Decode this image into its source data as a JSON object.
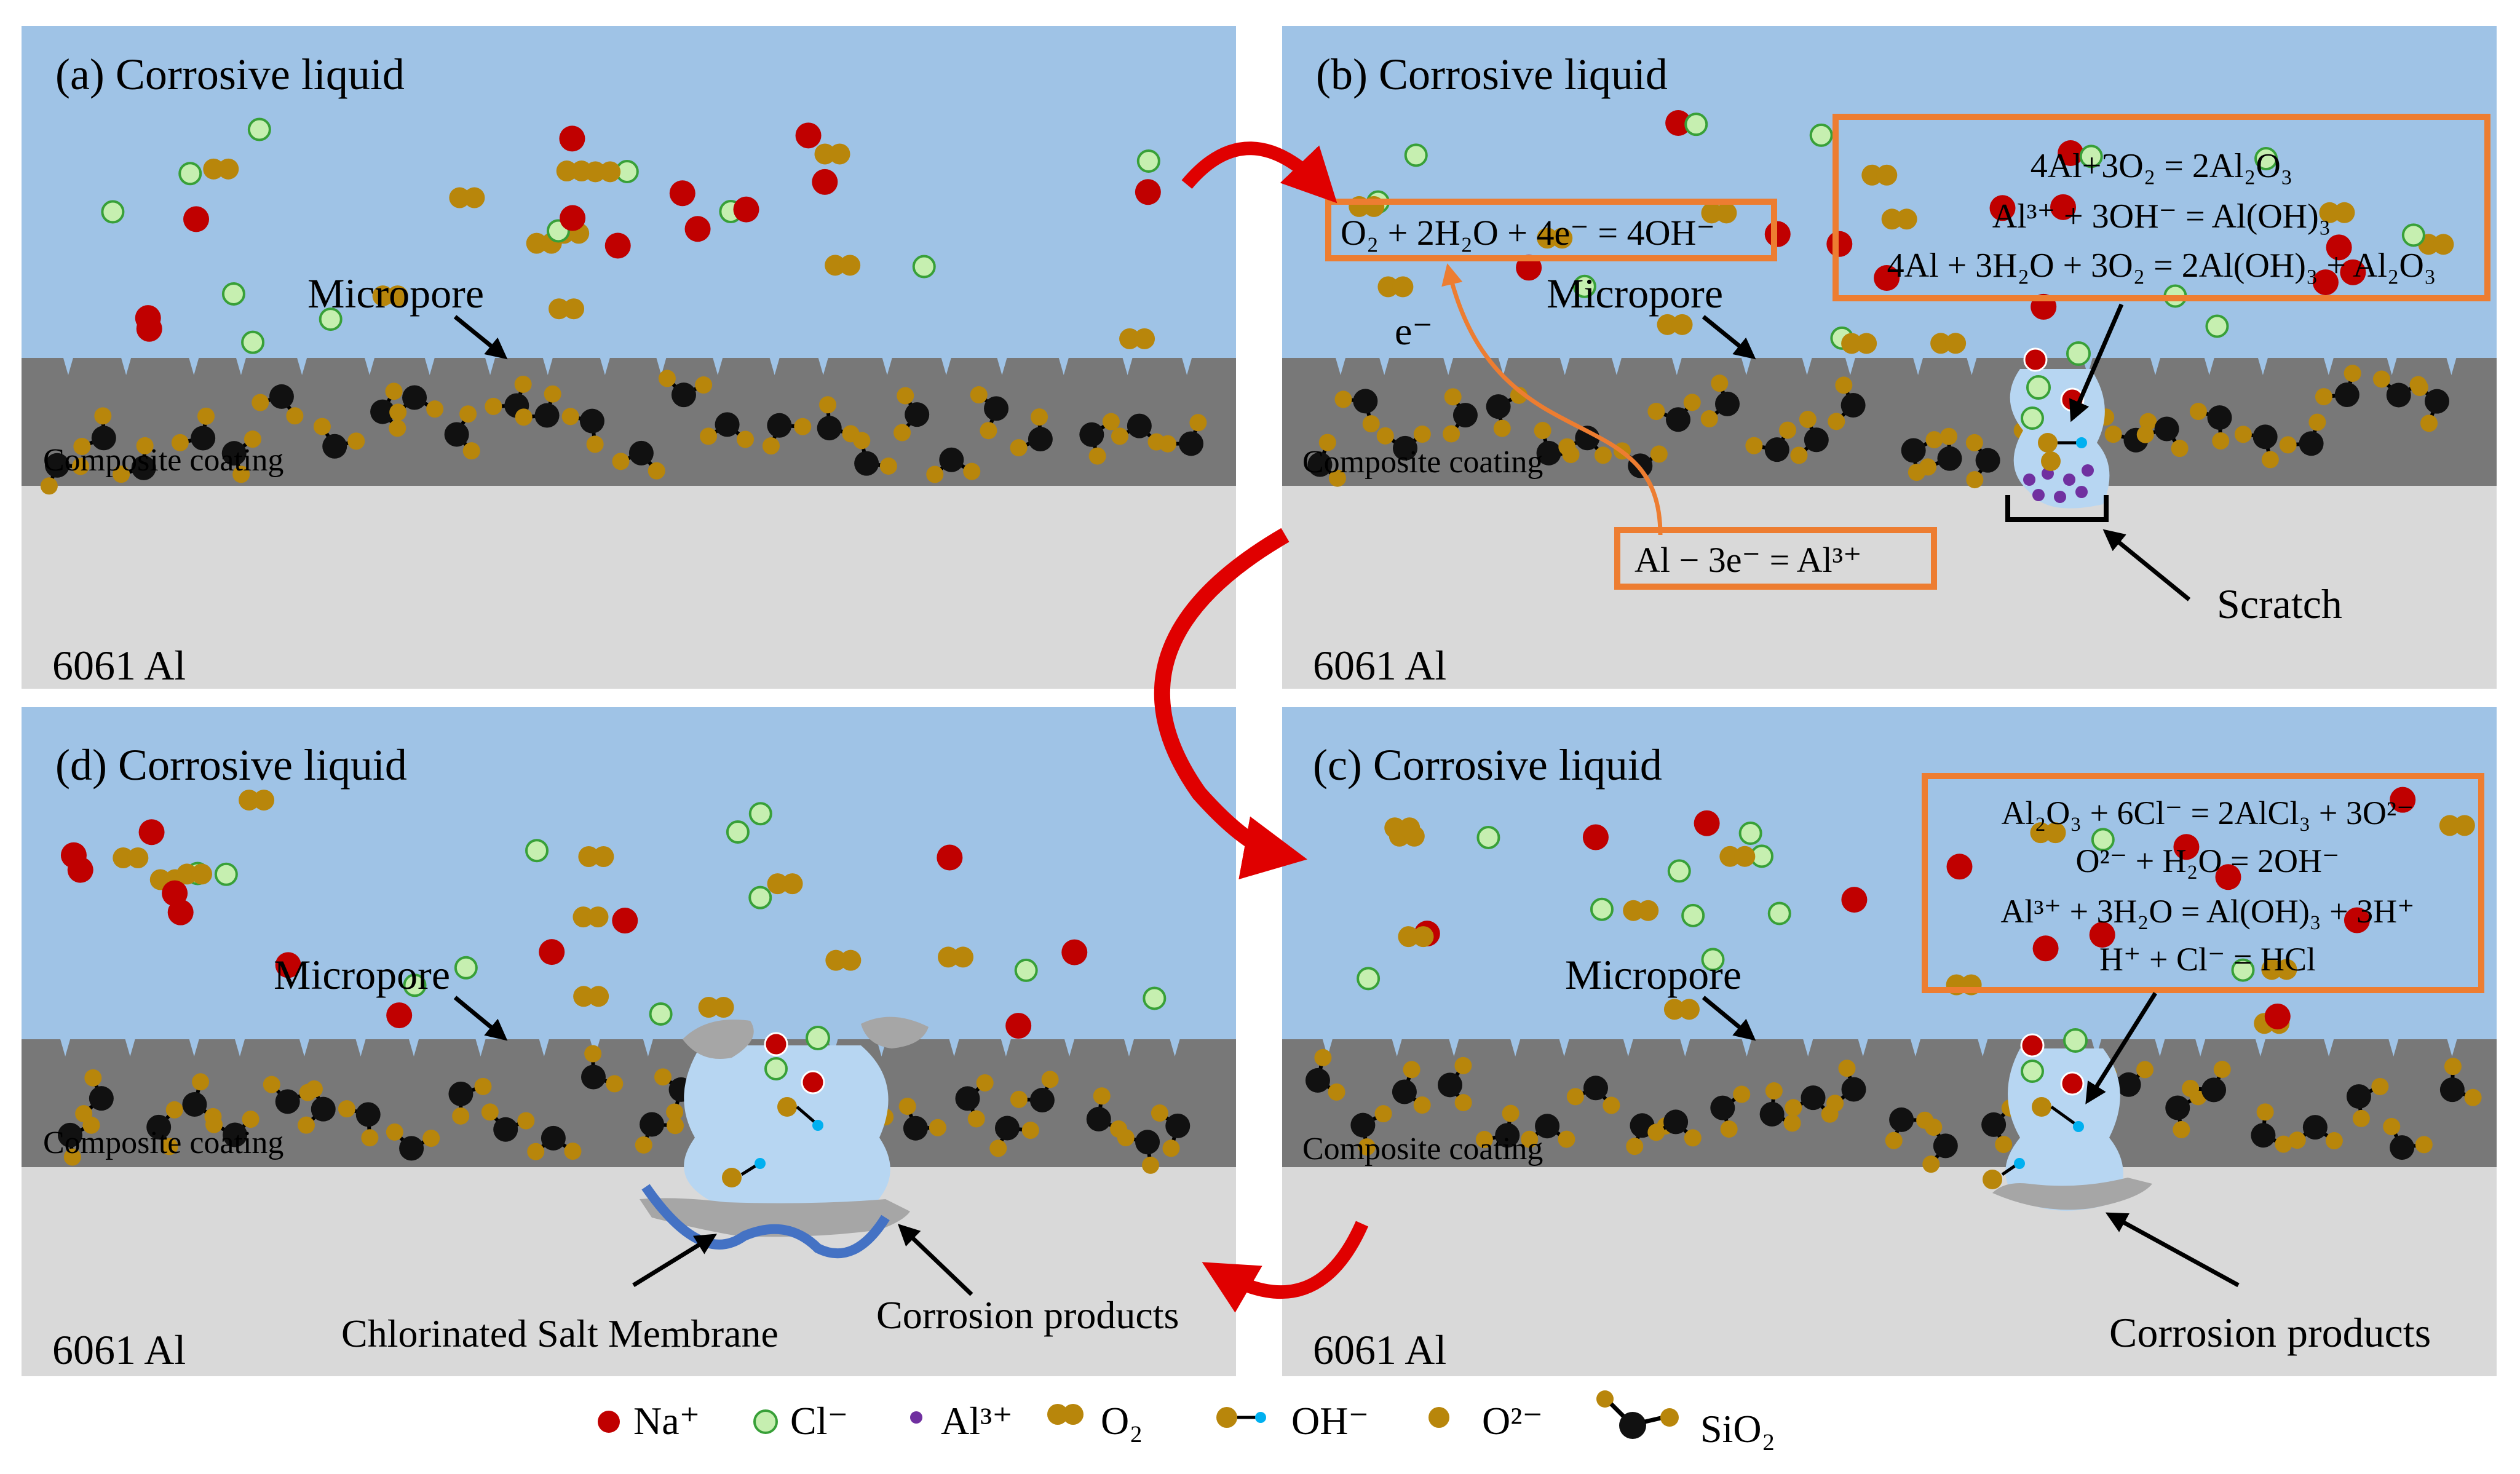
{
  "panels": {
    "a": {
      "label": "(a) Corrosive liquid",
      "micropore": "Micropore",
      "coating": "Composite coating",
      "substrate": "6061 Al"
    },
    "b": {
      "label": "(b) Corrosive liquid",
      "micropore": "Micropore",
      "coating": "Composite coating",
      "substrate": "6061 Al",
      "cathodic": "O₂ + 2H₂O + 4e⁻ = 4OH⁻",
      "electron": "e⁻",
      "anodic": "Al − 3e⁻ = Al³⁺",
      "reactions": [
        "4Al+3O₂ = 2Al₂O₃",
        "Al³⁺ + 3OH⁻ = Al(OH)₃",
        "4Al + 3H₂O + 3O₂ = 2Al(OH)₃ + Al₂O₃"
      ],
      "scratch": "Scratch"
    },
    "c": {
      "label": "(c) Corrosive liquid",
      "micropore": "Micropore",
      "coating": "Composite coating",
      "substrate": "6061 Al",
      "reactions": [
        "Al₂O₃ + 6Cl⁻ = 2AlCl₃ + 3O²⁻",
        "O²⁻ + H₂O = 2OH⁻",
        "Al³⁺ + 3H₂O = Al(OH)₃ + 3H⁺",
        "H⁺ + Cl⁻ = HCl"
      ],
      "products": "Corrosion products"
    },
    "d": {
      "label": "(d) Corrosive liquid",
      "micropore": "Micropore",
      "coating": "Composite coating",
      "substrate": "6061 Al",
      "membrane": "Chlorinated Salt Membrane",
      "products": "Corrosion products"
    }
  },
  "legend": [
    {
      "symbol": "na-ion",
      "label": "Na⁺"
    },
    {
      "symbol": "cl-ion",
      "label": "Cl⁻"
    },
    {
      "symbol": "al-ion",
      "label": "Al³⁺"
    },
    {
      "symbol": "o2-molecule",
      "label": "O₂"
    },
    {
      "symbol": "oh-ion",
      "label": "OH⁻"
    },
    {
      "symbol": "o2minus-ion",
      "label": "O²⁻"
    },
    {
      "symbol": "sio2-molecule",
      "label": "SiO₂"
    }
  ],
  "colors": {
    "liquid": "#9fc3e6",
    "coating": "#787878",
    "substrate": "#d9d9d9",
    "na": "#c00000",
    "cl": "#c6efb0",
    "gold": "#b8860b",
    "al": "#7030a0",
    "oh": "#00b0f0",
    "box": "#ed7d31",
    "arrow": "#e00000"
  }
}
